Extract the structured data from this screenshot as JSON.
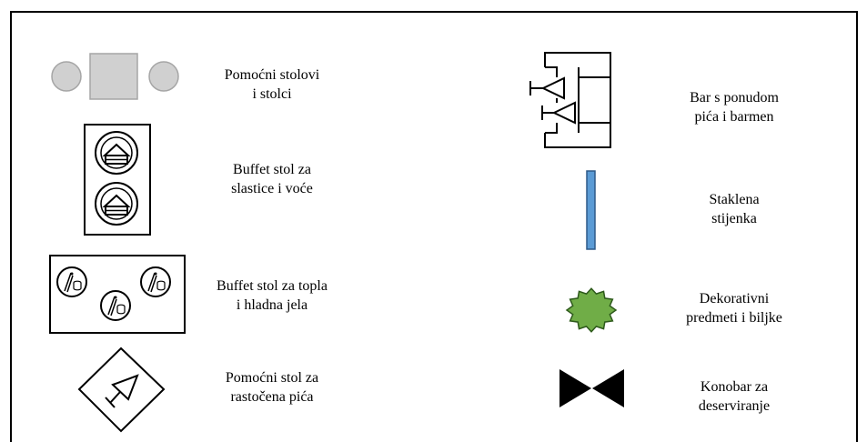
{
  "legend": {
    "items": [
      {
        "key": "auxiliary-tables",
        "icon": "table-with-stools-icon",
        "lines": [
          "Pomoćni stolovi",
          "i stolci"
        ]
      },
      {
        "key": "dessert-buffet",
        "icon": "dessert-buffet-icon",
        "lines": [
          "Buffet stol za",
          "slastice i voće"
        ]
      },
      {
        "key": "hot-cold-buffet",
        "icon": "hot-cold-buffet-icon",
        "lines": [
          "Buffet stol za topla",
          "i hladna jela"
        ]
      },
      {
        "key": "drinks-station",
        "icon": "drinks-station-icon",
        "lines": [
          "Pomoćni stol za",
          "rastočena pića"
        ]
      },
      {
        "key": "bar",
        "icon": "bar-counter-icon",
        "lines": [
          "Bar s ponudom",
          "pića i barmen"
        ]
      },
      {
        "key": "glass-wall",
        "icon": "glass-wall-icon",
        "lines": [
          "Staklena",
          "stijenka"
        ]
      },
      {
        "key": "decor",
        "icon": "decor-plant-icon",
        "lines": [
          "Dekorativni",
          "predmeti i biljke"
        ]
      },
      {
        "key": "waiter",
        "icon": "waiter-bowtie-icon",
        "lines": [
          "Konobar za",
          "deserviranje"
        ]
      }
    ]
  },
  "colors": {
    "outline": "#000000",
    "furniture_fill": "#d0d0d0",
    "furniture_stroke": "#a6a6a6",
    "glass_fill": "#5b9bd5",
    "glass_stroke": "#2e5a88",
    "decor_fill": "#70ad47",
    "decor_stroke": "#2e5a1c"
  }
}
